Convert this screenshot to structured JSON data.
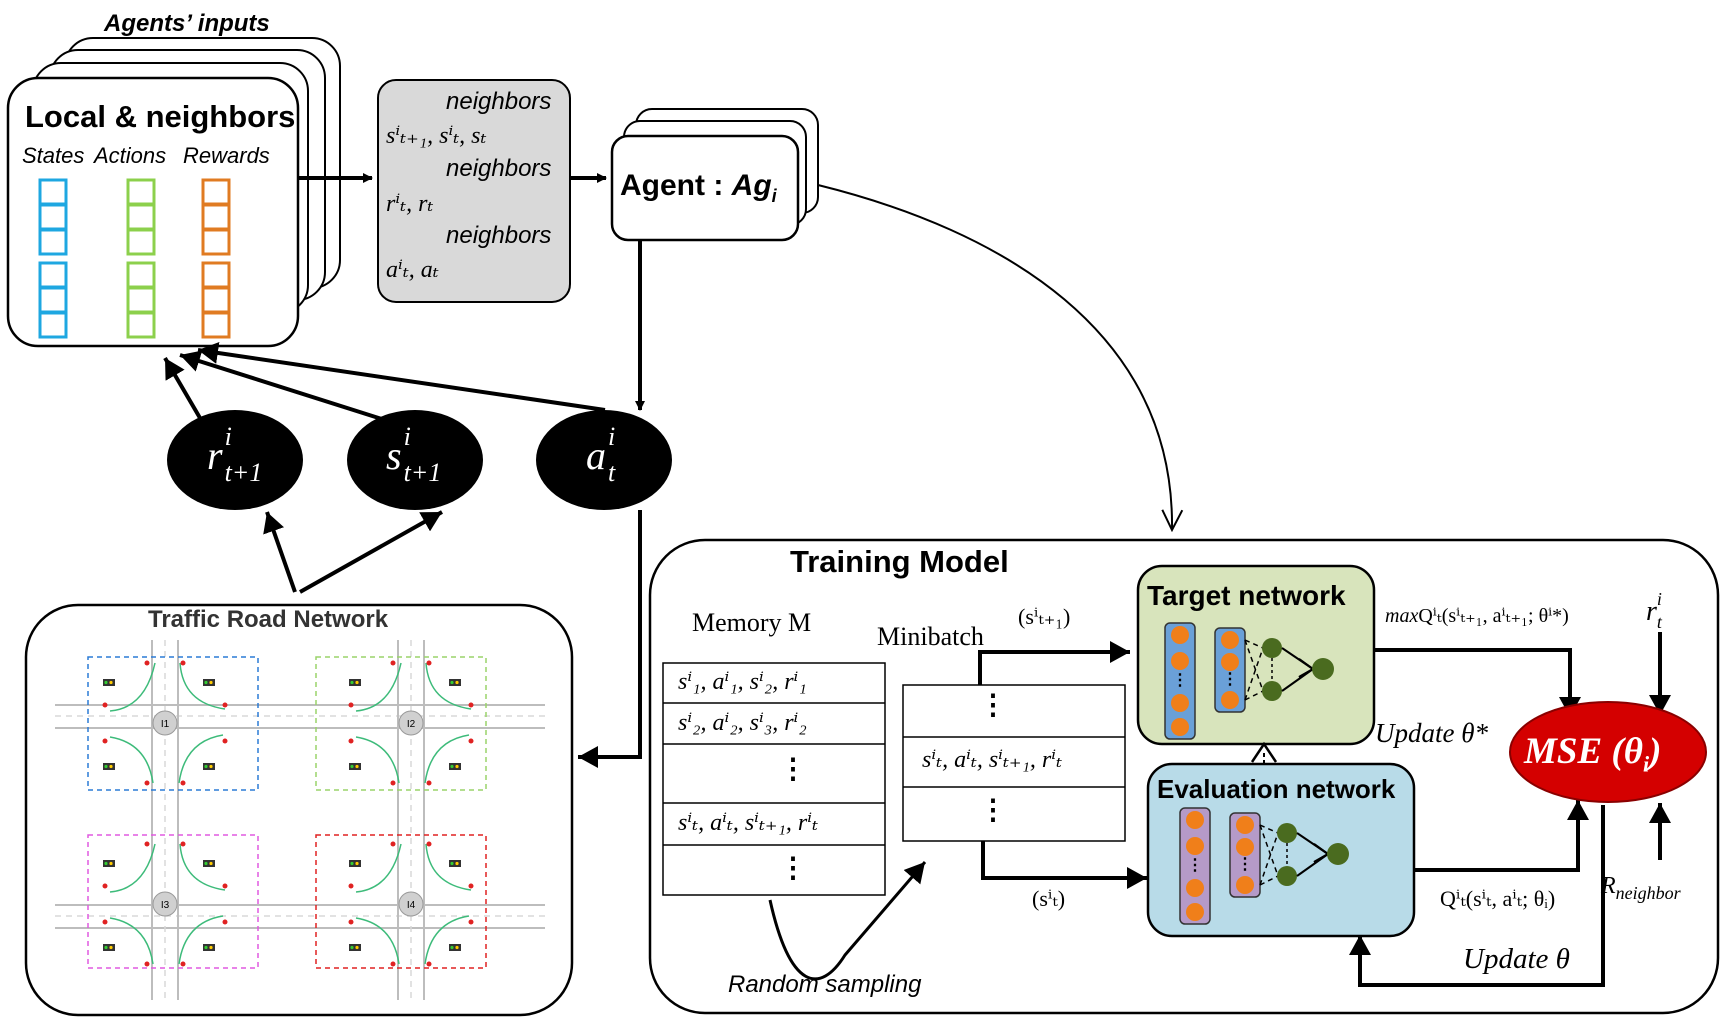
{
  "agents_inputs": {
    "title": "Agents’ inputs",
    "card_title": "Local & neighbors",
    "columns": [
      "States",
      "Actions",
      "Rewards"
    ],
    "colors": {
      "states": "#1ea7e1",
      "actions": "#8cd04c",
      "rewards": "#e07b22"
    }
  },
  "observation_box": {
    "lines": [
      {
        "label": "neighbors",
        "formula": "sⁱₜ₊₁, sⁱₜ, sₜ"
      },
      {
        "label": "neighbors",
        "formula": "rⁱₜ, rₜ"
      },
      {
        "label": "neighbors",
        "formula": "aⁱₜ, aₜ"
      }
    ],
    "fill": "#d9d9d9"
  },
  "agent_box": {
    "label": "Agent : ",
    "agent": "Ag",
    "sub": "i"
  },
  "ellipses": [
    {
      "id": "reward",
      "base": "r",
      "sup": "i",
      "sub": "t+1"
    },
    {
      "id": "state",
      "base": "s",
      "sup": "i",
      "sub": "t+1"
    },
    {
      "id": "action",
      "base": "a",
      "sup": "i",
      "sub": "t"
    }
  ],
  "traffic": {
    "title": "Traffic Road Network",
    "intersections": [
      "I1",
      "I2",
      "I3",
      "I4"
    ],
    "zone_colors": [
      "#2b7bd6",
      "#9ad36a",
      "#e05ae0",
      "#e02222"
    ]
  },
  "training": {
    "title": "Training Model",
    "memory_label": "Memory M",
    "memory_rows": [
      "sⁱ₁, aⁱ₁, sⁱ₂, rⁱ₁",
      "sⁱ₂, aⁱ₂, sⁱ₃, rⁱ₂",
      "⋮",
      "sⁱₜ, aⁱₜ, sⁱₜ₊₁, rⁱₜ",
      "⋮"
    ],
    "minibatch_label": "Minibatch",
    "minibatch_rows": [
      "⋮",
      "sⁱₜ, aⁱₜ, sⁱₜ₊₁, rⁱₜ",
      "⋮"
    ],
    "random_sampling": "Random sampling",
    "target_input": "(sⁱₜ₊₁)",
    "eval_input": "(sⁱₜ)",
    "target_network": "Target network",
    "evaluation_network": "Evaluation network",
    "target_fill": "#d8e4bc",
    "eval_fill": "#b8dbe8",
    "max_q_prefix": "max",
    "max_q": "Qⁱₜ(sⁱₜ₊₁, aⁱₜ₊₁; θⁱ*)",
    "q_eval": "Qⁱₜ(sⁱₜ, aⁱₜ; θᵢ)",
    "update_theta_star": "Update θ*",
    "update_theta": "Update θ",
    "mse_label": "MSE (θ",
    "mse_sub": "i",
    "mse_close": ")",
    "mse_fill": "#d40000",
    "reward_label_base": "r",
    "reward_label_sup": "i",
    "reward_label_sub": "t",
    "r_neighbor_base": "R",
    "r_neighbor_sub": "neighbor",
    "node_color": "#f07f1a",
    "out_node_color": "#4a6b1f"
  }
}
